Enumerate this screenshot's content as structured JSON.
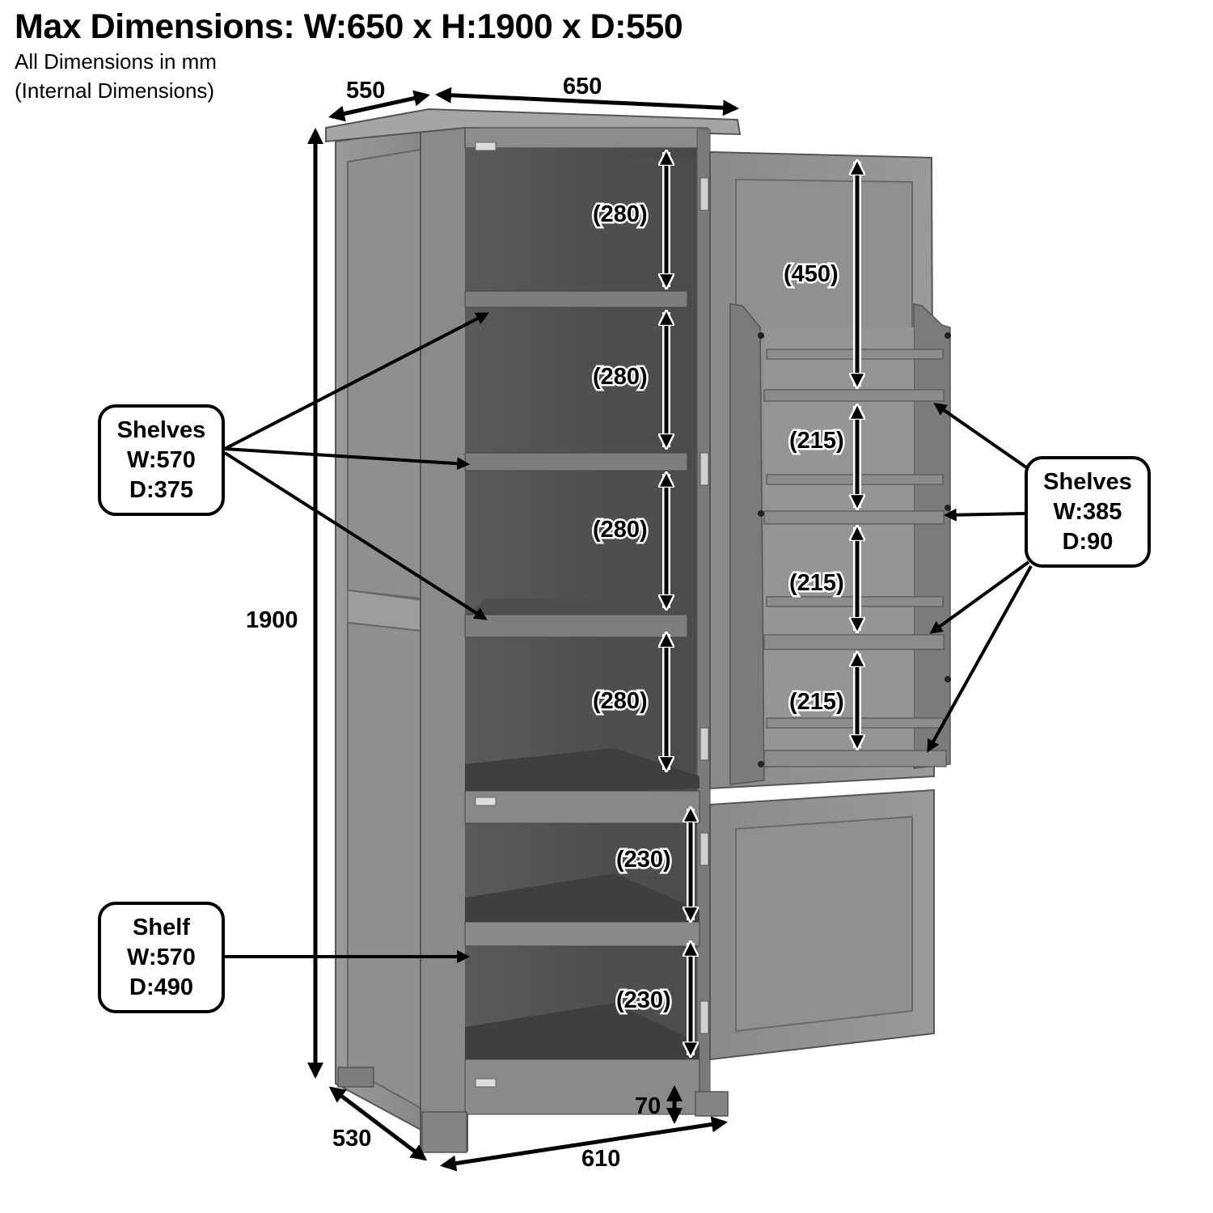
{
  "header": {
    "title": "Max Dimensions: W:650 x H:1900 x D:550",
    "units_note": "All Dimensions in mm",
    "internal_note": "(Internal Dimensions)"
  },
  "overall_dimensions": {
    "top_depth": "550",
    "top_width": "650",
    "height": "1900",
    "base_depth": "530",
    "base_width": "610",
    "leg_height": "70"
  },
  "internal_dimensions": {
    "main_compartment": [
      "(280)",
      "(280)",
      "(280)",
      "(280)"
    ],
    "lower_compartment": [
      "(230)",
      "(230)"
    ],
    "door_rack_top": "(450)",
    "door_rack": [
      "(215)",
      "(215)",
      "(215)"
    ]
  },
  "callouts": {
    "main_shelves": {
      "title": "Shelves",
      "width": "W:570",
      "depth": "D:375"
    },
    "door_shelves": {
      "title": "Shelves",
      "width": "W:385",
      "depth": "D:90"
    },
    "lower_shelf": {
      "title": "Shelf",
      "width": "W:570",
      "depth": "D:490"
    }
  },
  "colors": {
    "wood_light": "#8c8c8c",
    "wood_mid": "#6e6e6e",
    "wood_dark": "#4a4a4a",
    "annotation": "#000000"
  }
}
